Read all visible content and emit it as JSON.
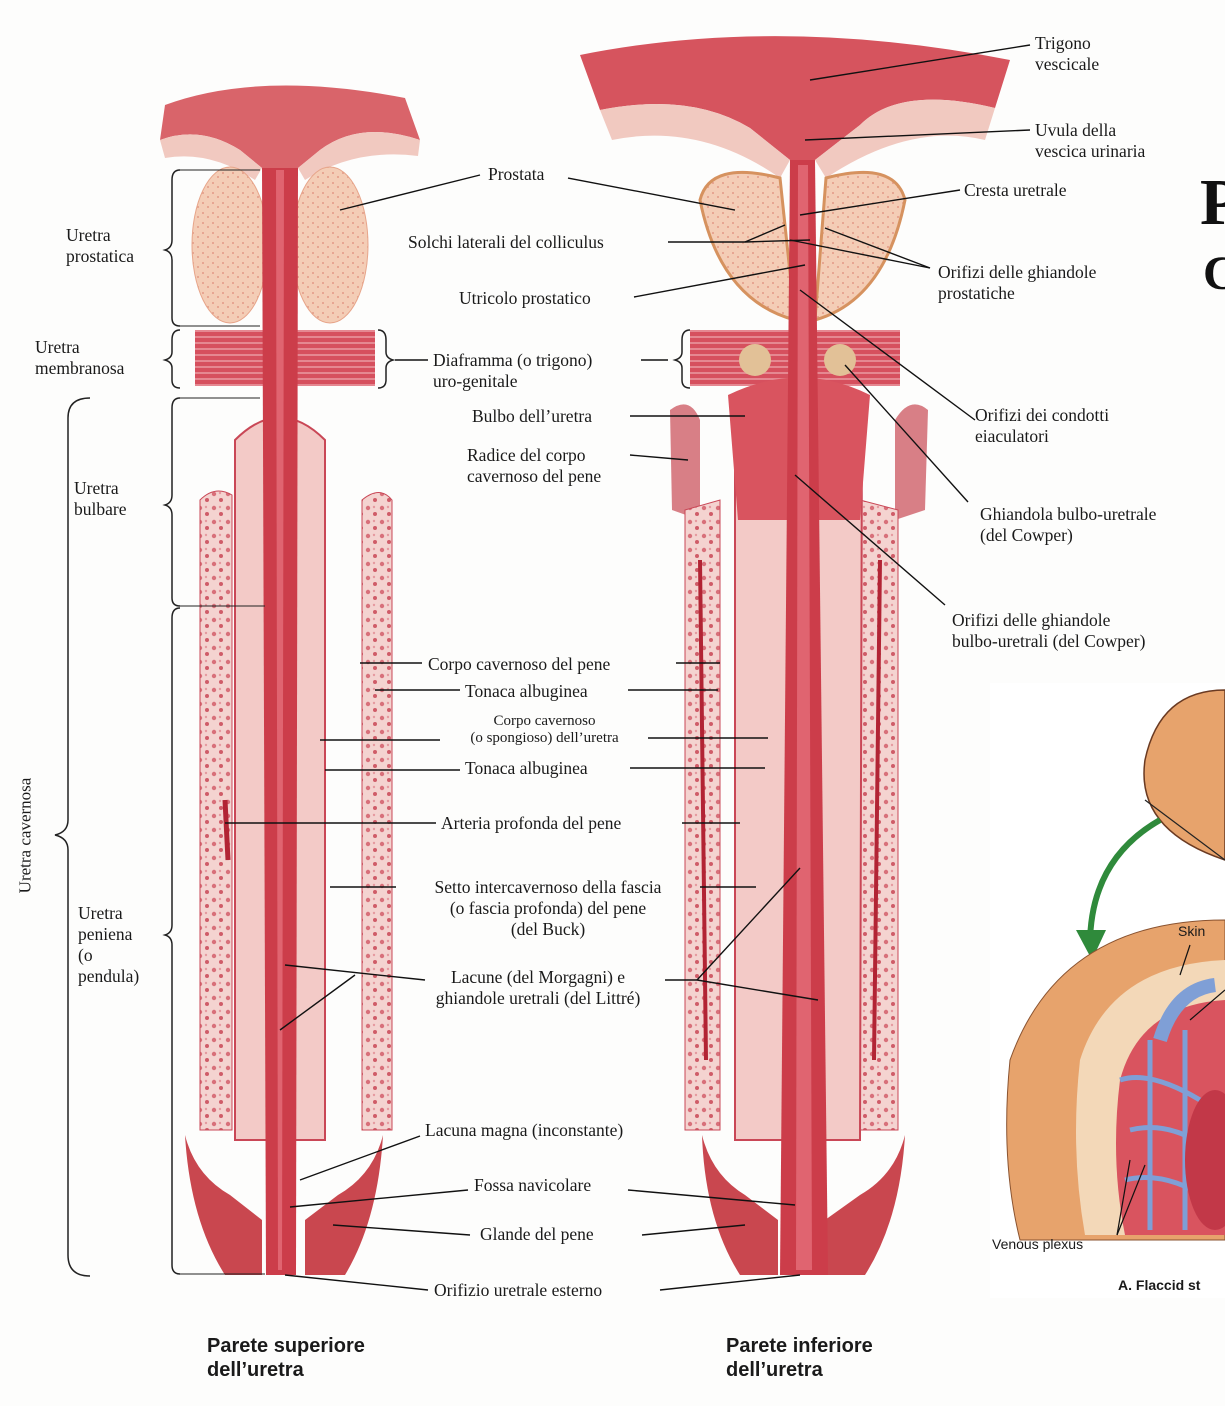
{
  "labels": {
    "trigono": [
      "Trigono",
      "vescicale"
    ],
    "uvula": [
      "Uvula della",
      "vescica urinaria"
    ],
    "prostata": "Prostata",
    "cresta": "Cresta uretrale",
    "solchi": "Solchi laterali del colliculus",
    "orifizi_prost": [
      "Orifizi delle ghiandole",
      "prostatiche"
    ],
    "utricolo": "Utricolo prostatico",
    "diaframma": [
      "Diaframma (o trigono)",
      "uro-genitale"
    ],
    "bulbo": "Bulbo dell’uretra",
    "orifizi_eiac": [
      "Orifizi dei condotti",
      "eiaculatori"
    ],
    "radice": [
      "Radice del corpo",
      "cavernoso del pene"
    ],
    "ghiandola_bulbo": [
      "Ghiandola bulbo-uretrale",
      "(del Cowper)"
    ],
    "orifizi_bulbo": [
      "Orifizi delle ghiandole",
      "bulbo-uretrali (del Cowper)"
    ],
    "corpo_cavernoso": "Corpo cavernoso del pene",
    "tonaca1": "Tonaca albuginea",
    "corpo_spongioso": [
      "Corpo cavernoso",
      "(o spongioso) dell’uretra"
    ],
    "tonaca2": "Tonaca albuginea",
    "arteria": "Arteria profonda del pene",
    "setto": [
      "Setto intercavernoso della fascia",
      "(o fascia profonda) del pene",
      "(del Buck)"
    ],
    "lacune": [
      "Lacune (del Morgagni) e",
      "ghiandole uretrali (del Littré)"
    ],
    "lacuna_magna": "Lacuna magna (inconstante)",
    "fossa": "Fossa navicolare",
    "glande": "Glande del pene",
    "orifizio": "Orifizio uretrale esterno"
  },
  "left_labels": {
    "prostatica": [
      "Uretra",
      "prostatica"
    ],
    "membranosa": [
      "Uretra",
      "membranosa"
    ],
    "bulbare": [
      "Uretra",
      "bulbare"
    ],
    "peniena": [
      "Uretra",
      "peniena",
      "(o",
      "pendula)"
    ],
    "cavernosa": "Uretra cavernosa"
  },
  "captions": {
    "superiore": [
      "Parete superiore",
      "dell’uretra"
    ],
    "inferiore": [
      "Parete inferiore",
      "dell’uretra"
    ]
  },
  "edge_text": {
    "p": "P",
    "c": "C"
  },
  "inset": {
    "skin": "Skin",
    "venous": "Venous plexus",
    "caption": "A. Flaccid st"
  },
  "colors": {
    "tissue": "#d9545f",
    "urethra": "#c93a48",
    "spongy": "#f0c7c4",
    "prostate": "#f2c2a8",
    "inset_skin": "#e7a36c",
    "vein": "#7f9fd6"
  }
}
